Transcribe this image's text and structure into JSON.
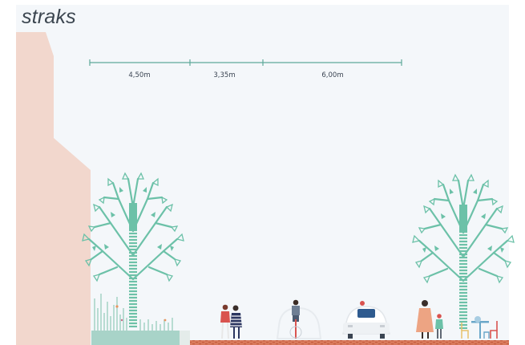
{
  "title": "straks",
  "dimensions": [
    {
      "label": "4,50m"
    },
    {
      "label": "3,35m"
    },
    {
      "label": "6,00m"
    }
  ],
  "colors": {
    "panel": "#f4f7fa",
    "building": "#f2d7cd",
    "tree": "#6cc1a8",
    "ground_brick": "#d97a5c",
    "planter": "#a8d3c8",
    "dimension_line": "#5ea89a"
  },
  "icons": [
    "tree-icon",
    "bench-icon",
    "cyclist-icon",
    "car-icon",
    "couple-icon",
    "adult-with-child-icon",
    "cafe-table-icon"
  ]
}
